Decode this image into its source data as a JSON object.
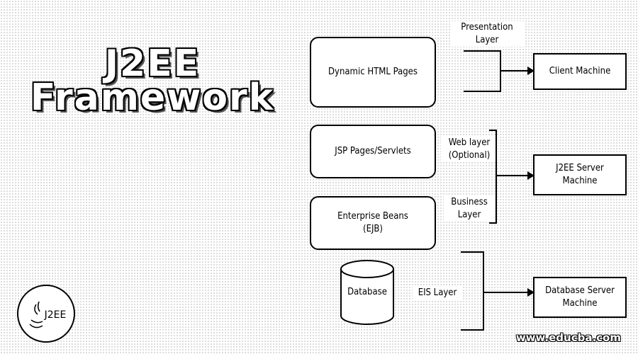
{
  "title": {
    "line1": "J2EE",
    "line2": "Framework"
  },
  "components": {
    "dynamic_html": "Dynamic HTML Pages",
    "jsp_servlets": "JSP Pages/Servlets",
    "ejb": "Enterprise Beans (EJB)",
    "database": "Database"
  },
  "layers": {
    "presentation": "Presentation Layer",
    "web": "Web layer (Optional)",
    "business": "Business Layer",
    "eis": "EIS Layer"
  },
  "machines": {
    "client": "Client Machine",
    "j2ee_server": "J2EE Server Machine",
    "database_server": "Database Server Machine"
  },
  "logo": {
    "text": "J2EE"
  },
  "watermark": "www.educba.com"
}
